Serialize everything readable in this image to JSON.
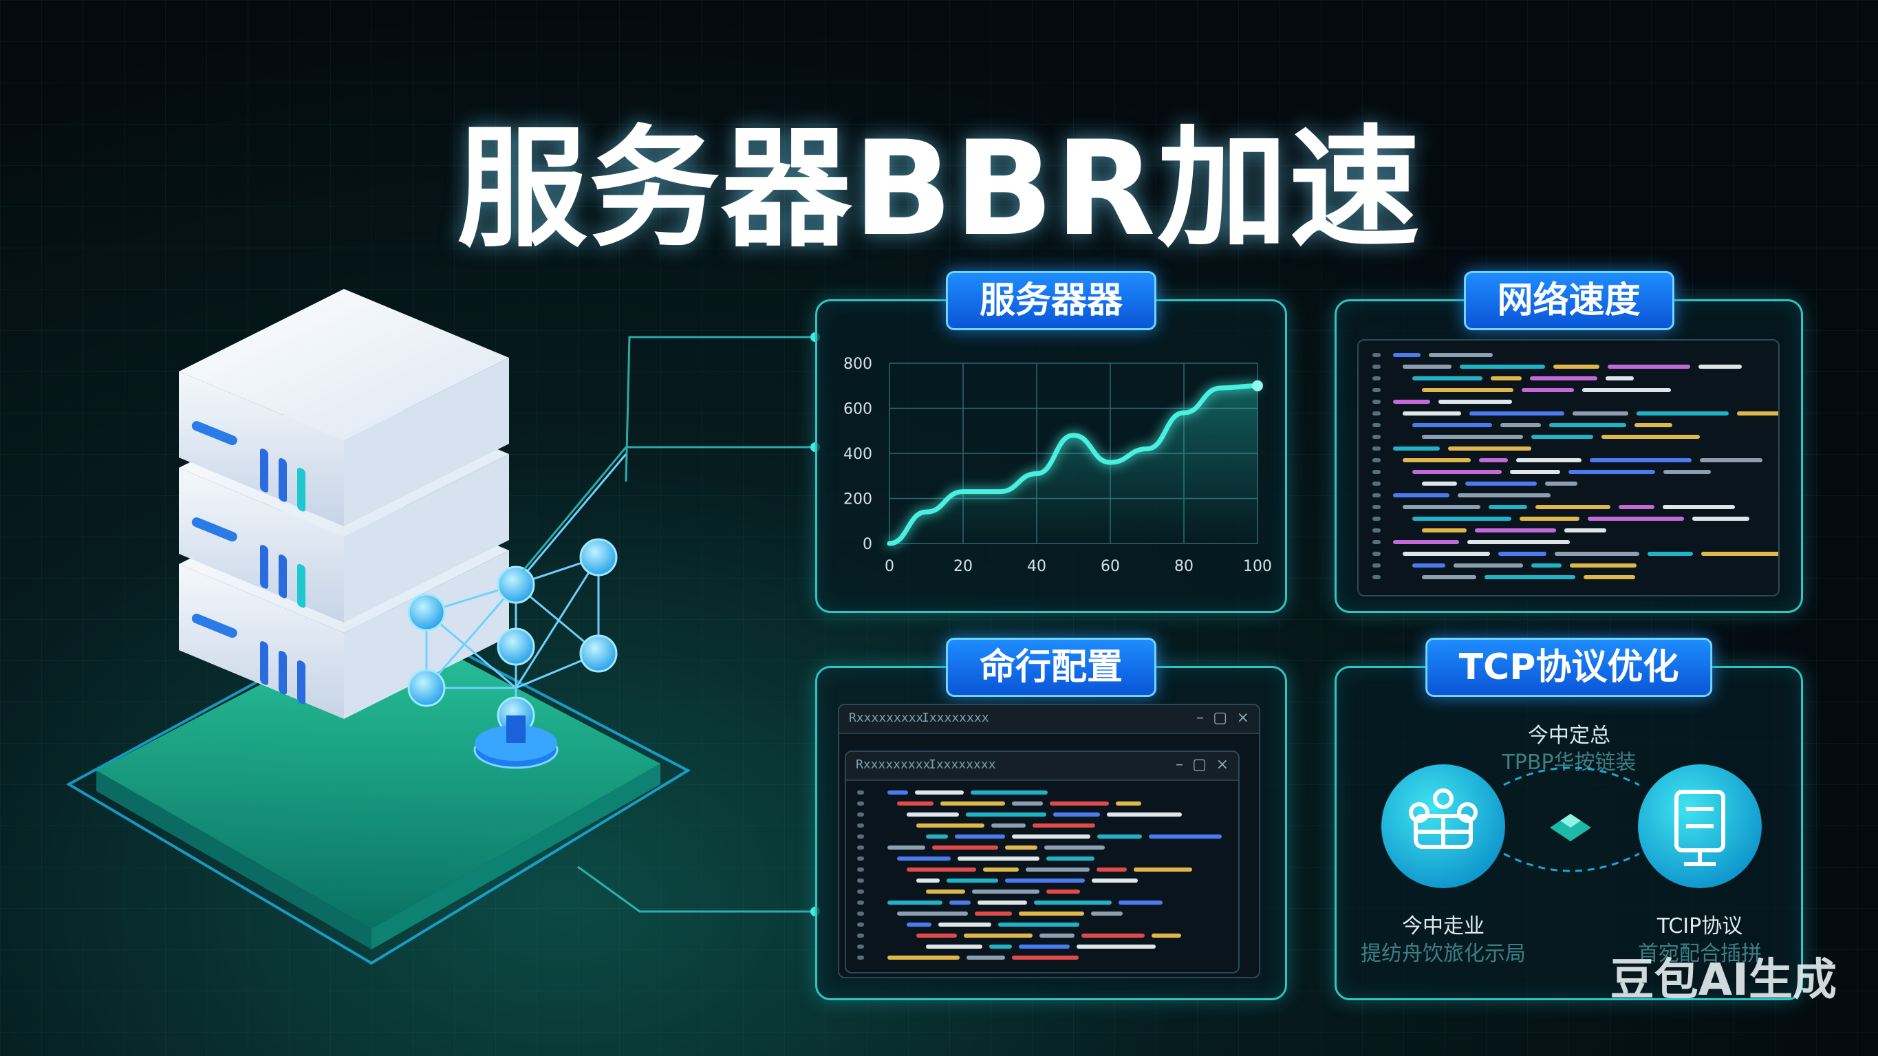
{
  "title": "服务器BBR加速",
  "panels": {
    "chart_label": "服务器器",
    "speed_label": "网络速度",
    "cmd_label": "命行配置",
    "tcp_label": "TCP协议优化"
  },
  "chart_data": {
    "type": "line",
    "x": [
      0,
      10,
      20,
      30,
      40,
      50,
      60,
      70,
      80,
      90,
      100
    ],
    "values": [
      0,
      140,
      230,
      230,
      310,
      480,
      360,
      420,
      580,
      690,
      700
    ],
    "xticks": [
      "0",
      "20",
      "40",
      "60",
      "80",
      "100"
    ],
    "yticks": [
      "0",
      "200",
      "400",
      "600",
      "800"
    ],
    "xlim": [
      0,
      100
    ],
    "ylim": [
      0,
      800
    ],
    "grid": true,
    "line_color": "#49f0e0"
  },
  "cmd_window": {
    "back_tab1": "Rxxxxxxxxx",
    "back_tab2": "Ixxxxxxxx",
    "front_tab1": "Rxxxxxxxxx",
    "front_tab2": "Ixxxxxxxx"
  },
  "tcp": {
    "top_title": "今中定总",
    "top_sub": "TPBP华按链装",
    "left_title": "今中走业",
    "left_sub": "提纺舟饮旅化示局",
    "right_title": "TCIP协议",
    "right_sub": "首宛配合插拼"
  },
  "watermark": "豆包AI生成",
  "colors": {
    "accent": "#2ec6c4",
    "tag_blue": "#1e8cff",
    "teal_circle": "#12b9d8"
  }
}
